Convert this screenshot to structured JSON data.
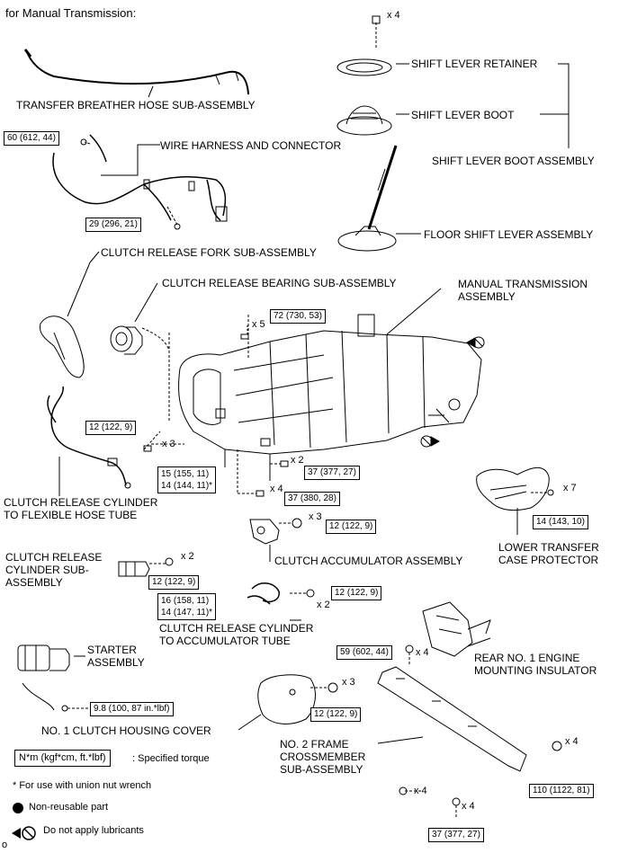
{
  "header": "for Manual Transmission:",
  "labels": {
    "transfer_breather": "TRANSFER BREATHER HOSE SUB-ASSEMBLY",
    "wire_harness": "WIRE HARNESS AND CONNECTOR",
    "shift_lever_retainer": "SHIFT LEVER RETAINER",
    "shift_lever_boot": "SHIFT LEVER BOOT",
    "shift_lever_boot_assembly": "SHIFT LEVER BOOT ASSEMBLY",
    "floor_shift_lever": "FLOOR SHIFT LEVER ASSEMBLY",
    "clutch_release_fork": "CLUTCH RELEASE FORK SUB-ASSEMBLY",
    "clutch_release_bearing": "CLUTCH RELEASE BEARING SUB-ASSEMBLY",
    "manual_transmission_1": "MANUAL TRANSMISSION",
    "manual_transmission_2": "ASSEMBLY",
    "crc_tube_1": "CLUTCH RELEASE CYLINDER",
    "crc_tube_2": "TO FLEXIBLE HOSE TUBE",
    "clutch_accumulator": "CLUTCH ACCUMULATOR ASSEMBLY",
    "lower_transfer_1": "LOWER TRANSFER",
    "lower_transfer_2": "CASE PROTECTOR",
    "crc_sub_1": "CLUTCH RELEASE",
    "crc_sub_2": "CYLINDER SUB-",
    "crc_sub_3": "ASSEMBLY",
    "crc_acc_tube_1": "CLUTCH RELEASE CYLINDER",
    "crc_acc_tube_2": "TO ACCUMULATOR TUBE",
    "starter_1": "STARTER",
    "starter_2": "ASSEMBLY",
    "rear_mount_1": "REAR NO. 1 ENGINE",
    "rear_mount_2": "MOUNTING INSULATOR",
    "clutch_housing_cover": "NO. 1 CLUTCH HOUSING COVER",
    "frame_cross_1": "NO. 2 FRAME",
    "frame_cross_2": "CROSSMEMBER",
    "frame_cross_3": "SUB-ASSEMBLY"
  },
  "torques": {
    "t60": "60 (612, 44)",
    "t29": "29 (296, 21)",
    "t72": "72 (730, 53)",
    "t12a": "12 (122, 9)",
    "t15": "15 (155, 11)",
    "t14a": "14 (144, 11)*",
    "t37a": "37 (377, 27)",
    "t37b": "37 (380, 28)",
    "t12b": "12 (122, 9)",
    "t14b": "14 (143, 10)",
    "t12c": "12 (122, 9)",
    "t16": "16 (158, 11)",
    "t14c": "14 (147, 11)*",
    "t12d": "12 (122, 9)",
    "t59": "59 (602, 44)",
    "t98": "9.8 (100, 87 in.*lbf)",
    "t12e": "12 (122, 9)",
    "t110": "110 (1122, 81)",
    "t37c": "37 (377, 27)"
  },
  "quantities": {
    "q_retainer": "x 4",
    "q_72": "x 5",
    "q_12a": "x 3",
    "q_37a": "x 2",
    "q_37b": "x 4",
    "q_acc": "x 3",
    "q_ltcp": "x 7",
    "q_crc": "x 2",
    "q_crc_acc": "x 2",
    "q_59": "x 4",
    "q_cover": "x 3",
    "q_110": "x 4",
    "q_frame": "x 4",
    "q_37c": "x 4"
  },
  "legend": {
    "torque_unit": "N*m (kgf*cm, ft.*lbf)",
    "torque_desc": ": Specified torque",
    "union_nut": "* For use with union nut wrench",
    "non_reusable": "Non-reusable part",
    "no_lubricants": "Do not apply lubricants",
    "footer_mark": "o"
  }
}
